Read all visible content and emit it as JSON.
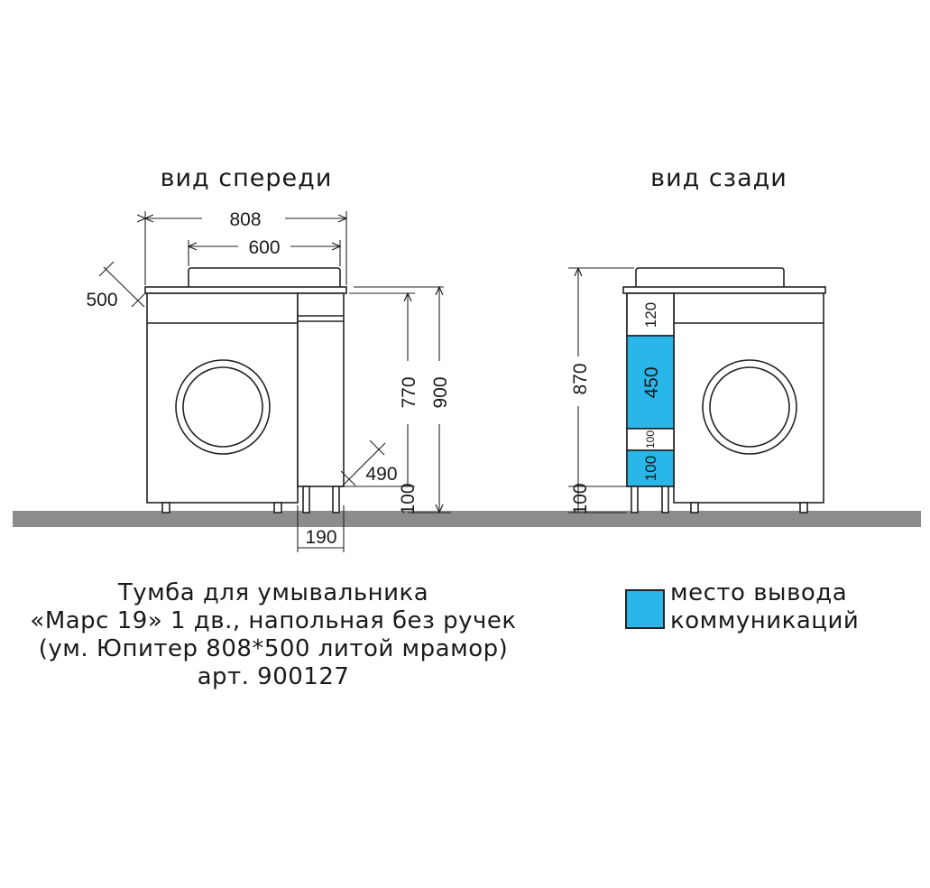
{
  "views": {
    "front_title": "вид спереди",
    "back_title": "вид сзади"
  },
  "front": {
    "dim_width_total": "808",
    "dim_width_basin": "600",
    "dim_depth": "500",
    "dim_height_body": "770",
    "dim_height_total": "900",
    "dim_depth_cabinet": "490",
    "dim_leg": "100",
    "dim_cabinet_width": "190"
  },
  "back": {
    "dim_height_total": "870",
    "dim_leg": "100",
    "zone_1": "120",
    "zone_2": "450",
    "zone_3": "100",
    "zone_4": "100"
  },
  "caption": {
    "line1": "Тумба для умывальника",
    "line2": "«Марс 19» 1 дв., напольная без ручек",
    "line3": "(ум. Юпитер 808*500 литой мрамор)",
    "line4": "арт. 900127"
  },
  "legend": {
    "line1": "место вывода",
    "line2": "коммуникаций",
    "color": "#29b6e8"
  },
  "colors": {
    "floor": "#8c8c8c",
    "outline": "#222222",
    "highlight": "#29b6e8"
  }
}
